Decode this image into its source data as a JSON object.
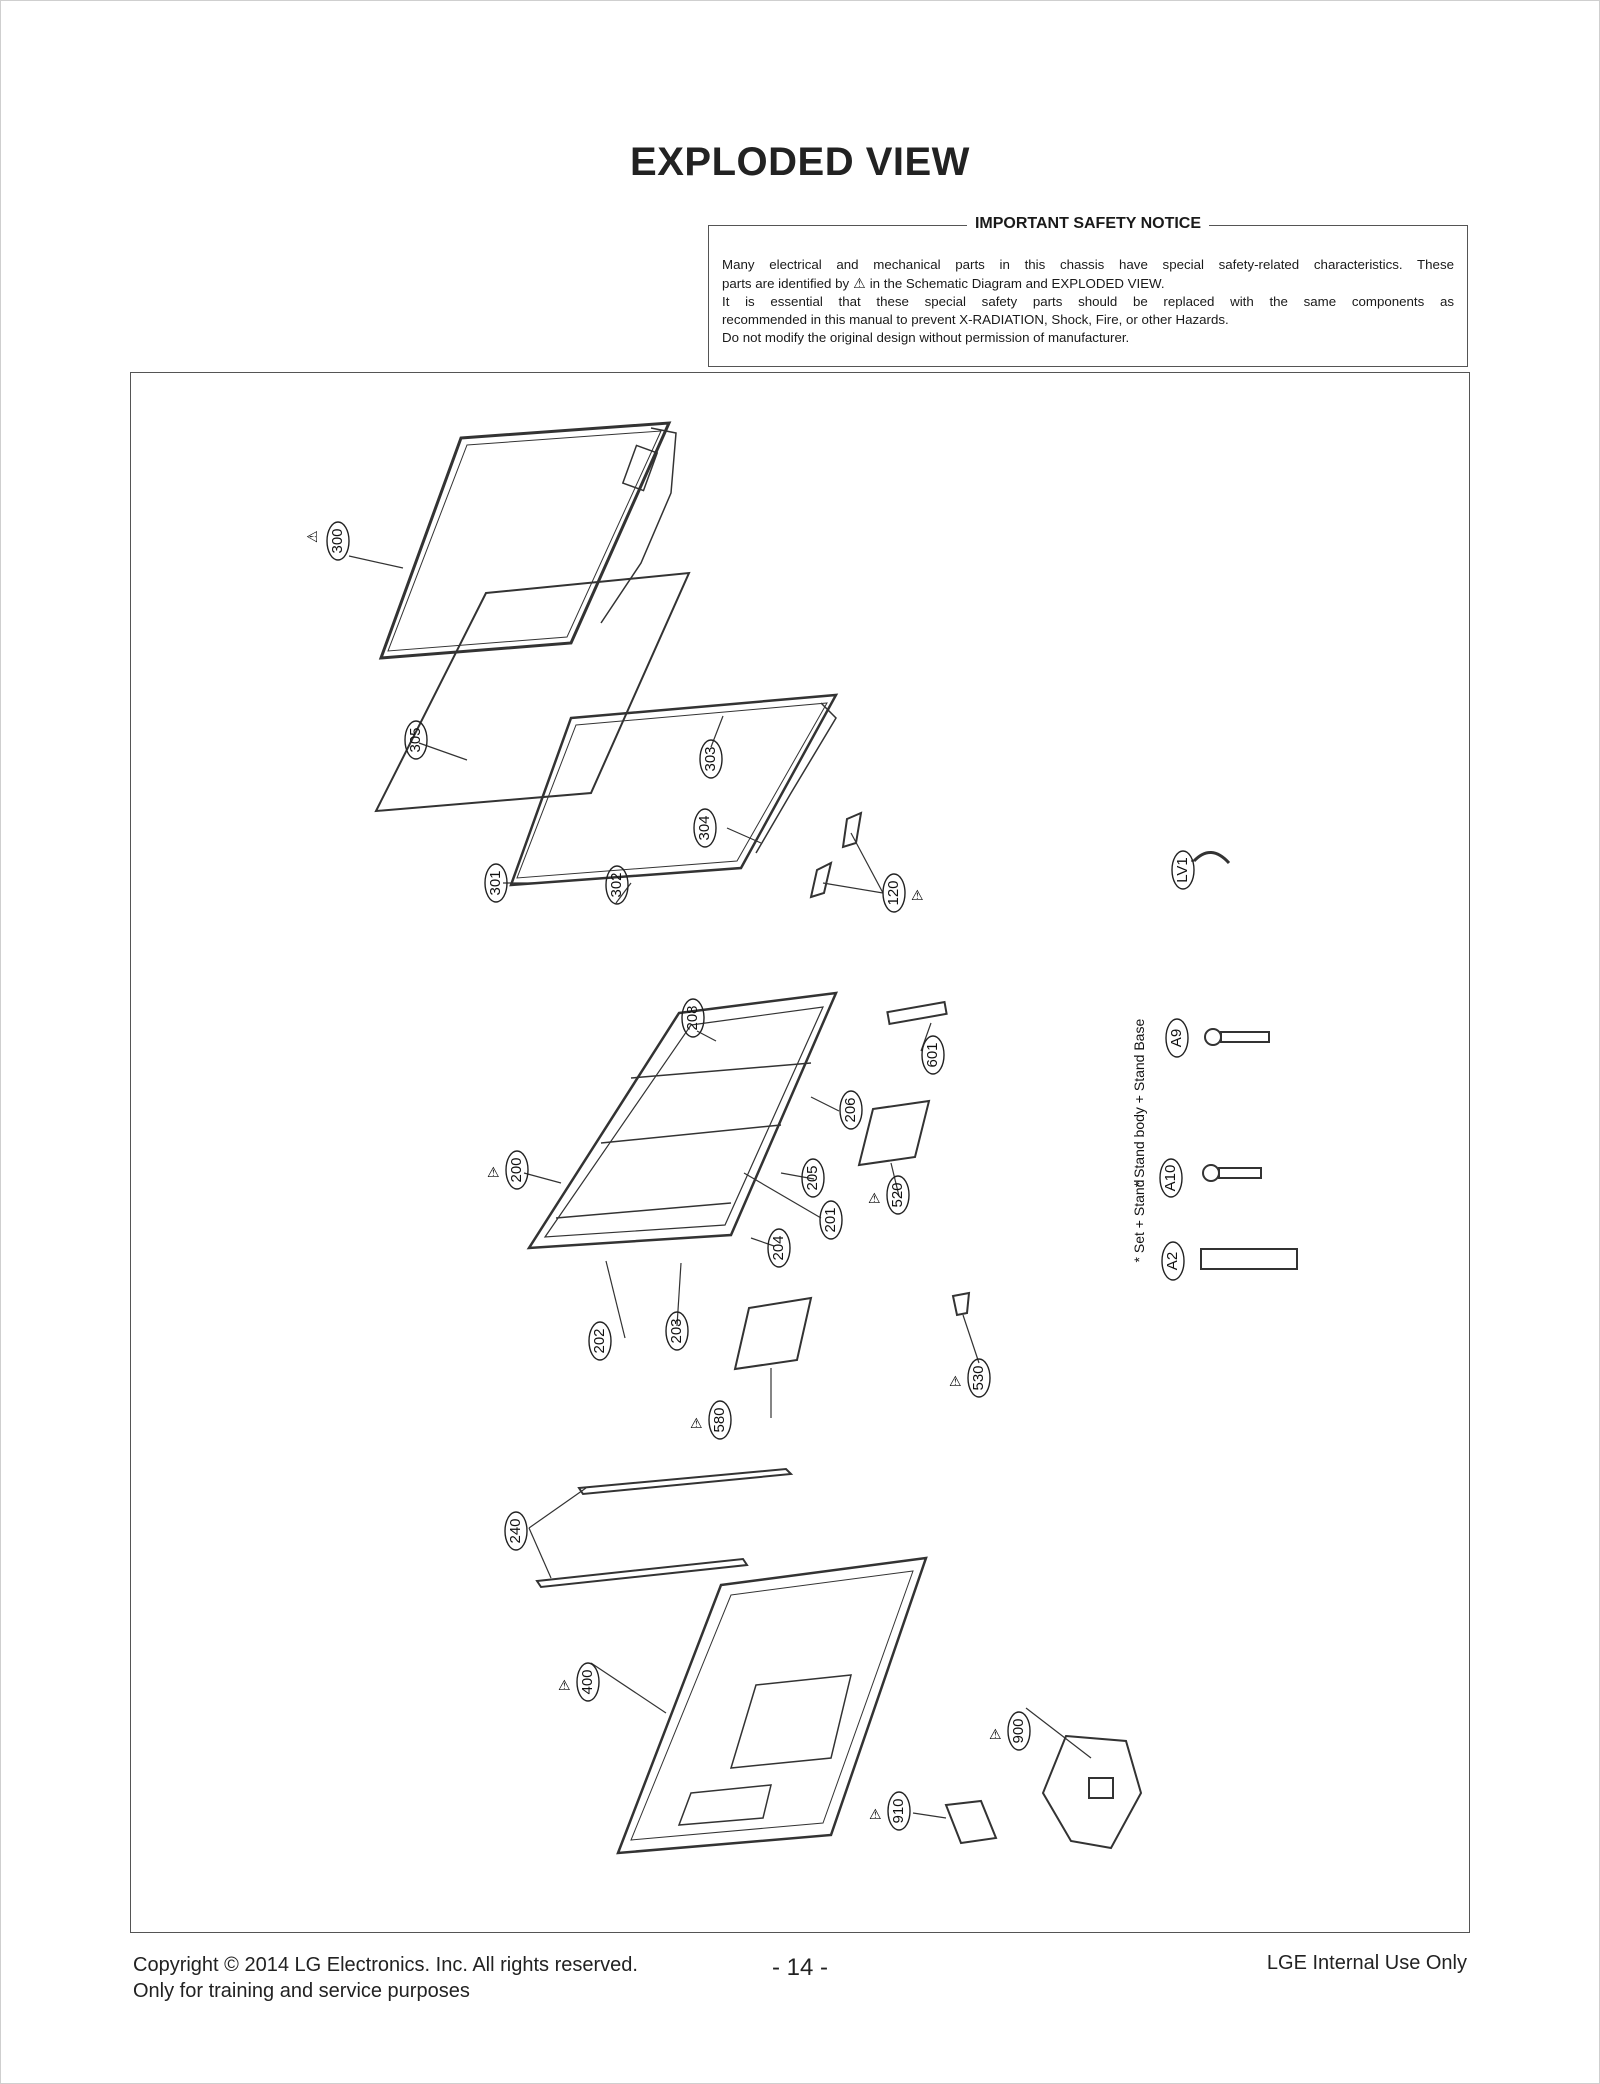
{
  "page": {
    "title": "EXPLODED VIEW"
  },
  "notice": {
    "title": "IMPORTANT SAFETY NOTICE",
    "line1": "Many electrical and mechanical parts in this chassis have special safety-related characteristics. These",
    "line2a": "parts are identified by",
    "line2b": "in the Schematic Diagram and EXPLODED VIEW.",
    "line3": "It is essential that these special safety parts should be replaced with the same components as",
    "line4": "recommended in this manual to prevent X-RADIATION, Shock, Fire, or other Hazards.",
    "line5": "Do not modify the original design without permission of manufacturer.",
    "safety_symbol": "warning-triangle-icon"
  },
  "parts": {
    "p300": "300",
    "p305": "305",
    "p303": "303",
    "p304": "304",
    "p301": "301",
    "p302": "302",
    "p120": "120",
    "p208": "208",
    "p206": "206",
    "p200": "200",
    "p205": "205",
    "p201": "201",
    "p204": "204",
    "p202": "202",
    "p203": "203",
    "p601": "601",
    "p520": "520",
    "p580": "580",
    "p530": "530",
    "p240": "240",
    "p400": "400",
    "p900": "900",
    "p910": "910",
    "pLV1": "LV1",
    "pA9": "A9",
    "pA10": "A10",
    "pA2": "A2"
  },
  "side_notes": {
    "stand_base": "* Stand body + Stand Base",
    "set_stand": "* Set + Stand"
  },
  "footer": {
    "copyright": "Copyright  © 2014  LG Electronics. Inc. All rights reserved.",
    "training": "Only for training and service purposes",
    "page_number": "- 14 -",
    "internal": "LGE Internal Use Only"
  }
}
